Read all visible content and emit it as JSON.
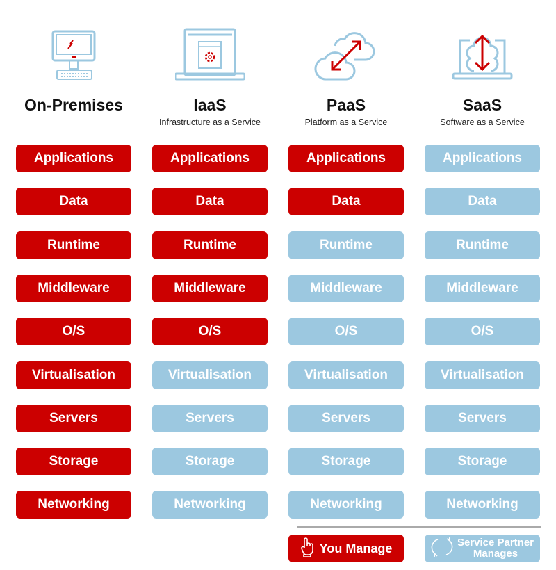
{
  "colors": {
    "you_manage": "#cc0000",
    "partner_manages": "#9cc8e0",
    "icon_line": "#9cc8e0",
    "icon_accent": "#cc0000"
  },
  "columns": [
    {
      "title": "On-Premises",
      "subtitle": "",
      "icon": "desktop-computer-icon",
      "managed_count": 9
    },
    {
      "title": "IaaS",
      "subtitle": "Infrastructure as a Service",
      "icon": "laptop-gear-icon",
      "managed_count": 5
    },
    {
      "title": "PaaS",
      "subtitle": "Platform as a Service",
      "icon": "cloud-transfer-icon",
      "managed_count": 2
    },
    {
      "title": "SaaS",
      "subtitle": "Software as a Service",
      "icon": "laptop-cloud-icon",
      "managed_count": 0
    }
  ],
  "layers": [
    "Applications",
    "Data",
    "Runtime",
    "Middleware",
    "O/S",
    "Virtualisation",
    "Servers",
    "Storage",
    "Networking"
  ],
  "legend": {
    "you_manage": "You Manage",
    "partner_line1": "Service Partner",
    "partner_line2": "Manages"
  }
}
